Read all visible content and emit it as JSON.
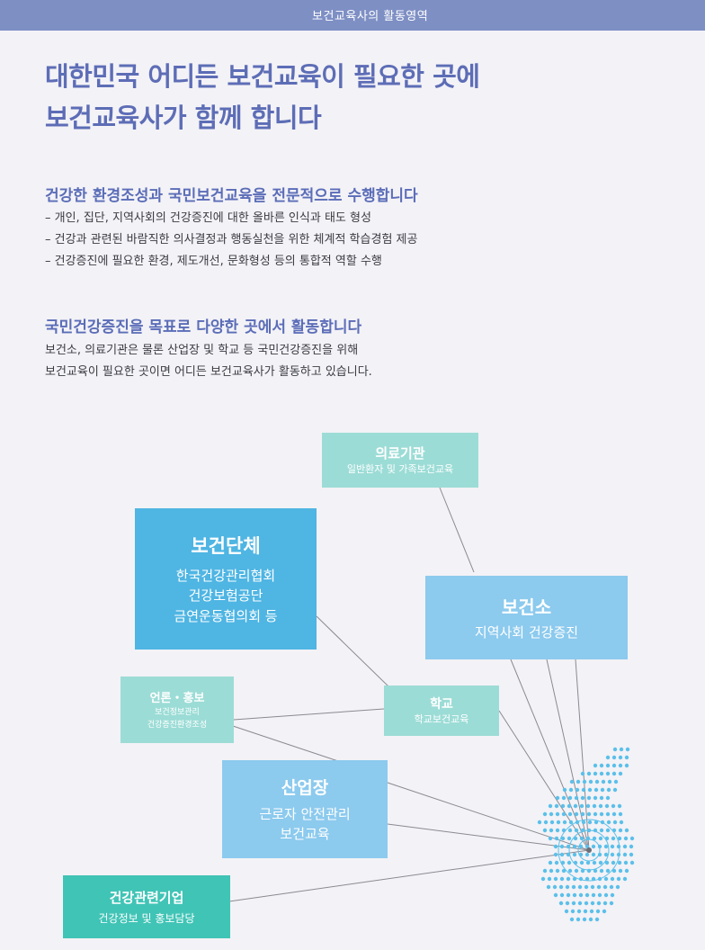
{
  "header": {
    "section_label": "보건교육사의 활동영역"
  },
  "headline": {
    "line1": "대한민국 어디든 보건교육이 필요한 곳에",
    "line2": "보건교육사가 함께 합니다"
  },
  "section1": {
    "title": "건강한 환경조성과 국민보건교육을 전문적으로 수행합니다",
    "bullets": [
      "– 개인, 집단, 지역사회의 건강증진에 대한 올바른 인식과 태도 형성",
      "– 건강과 관련된 바람직한 의사결정과 행동실천을 위한 체계적 학습경험 제공",
      "– 건강증진에 필요한 환경, 제도개선, 문화형성 등의 통합적 역할 수행"
    ]
  },
  "section2": {
    "title": "국민건강증진을 목표로 다양한 곳에서 활동합니다",
    "lines": [
      "보건소, 의료기관은 물론 산업장 및 학교 등 국민건강증진을 위해",
      "보건교육이 필요한 곳이면 어디든 보건교육사가 활동하고 있습니다."
    ]
  },
  "diagram": {
    "medical": {
      "title": "의료기관",
      "sub": "일반환자 및 가족보건교육"
    },
    "org": {
      "title": "보건단체",
      "lines": [
        "한국건강관리협회",
        "건강보험공단",
        "금연운동협의회 등"
      ]
    },
    "health_center": {
      "title": "보건소",
      "sub": "지역사회 건강증진"
    },
    "media": {
      "title": "언론・홍보",
      "lines": [
        "보건정보관리",
        "건강증진환경조성"
      ]
    },
    "school": {
      "title": "학교",
      "sub": "학교보건교육"
    },
    "industry": {
      "title": "산업장",
      "lines": [
        "근로자 안전관리",
        "보건교육"
      ]
    },
    "company": {
      "title": "건강관련기업",
      "sub": "건강정보 및 홍보담당"
    }
  },
  "colors": {
    "header_bar": "#7e8fc4",
    "headline": "#5d6db6",
    "blue_box": "#4fb5e3",
    "light_blue_box": "#8ccaee",
    "pale_teal_box": "#9cdcd6",
    "teal_box": "#40c4b6",
    "map_dots": "#5bc0ea"
  }
}
